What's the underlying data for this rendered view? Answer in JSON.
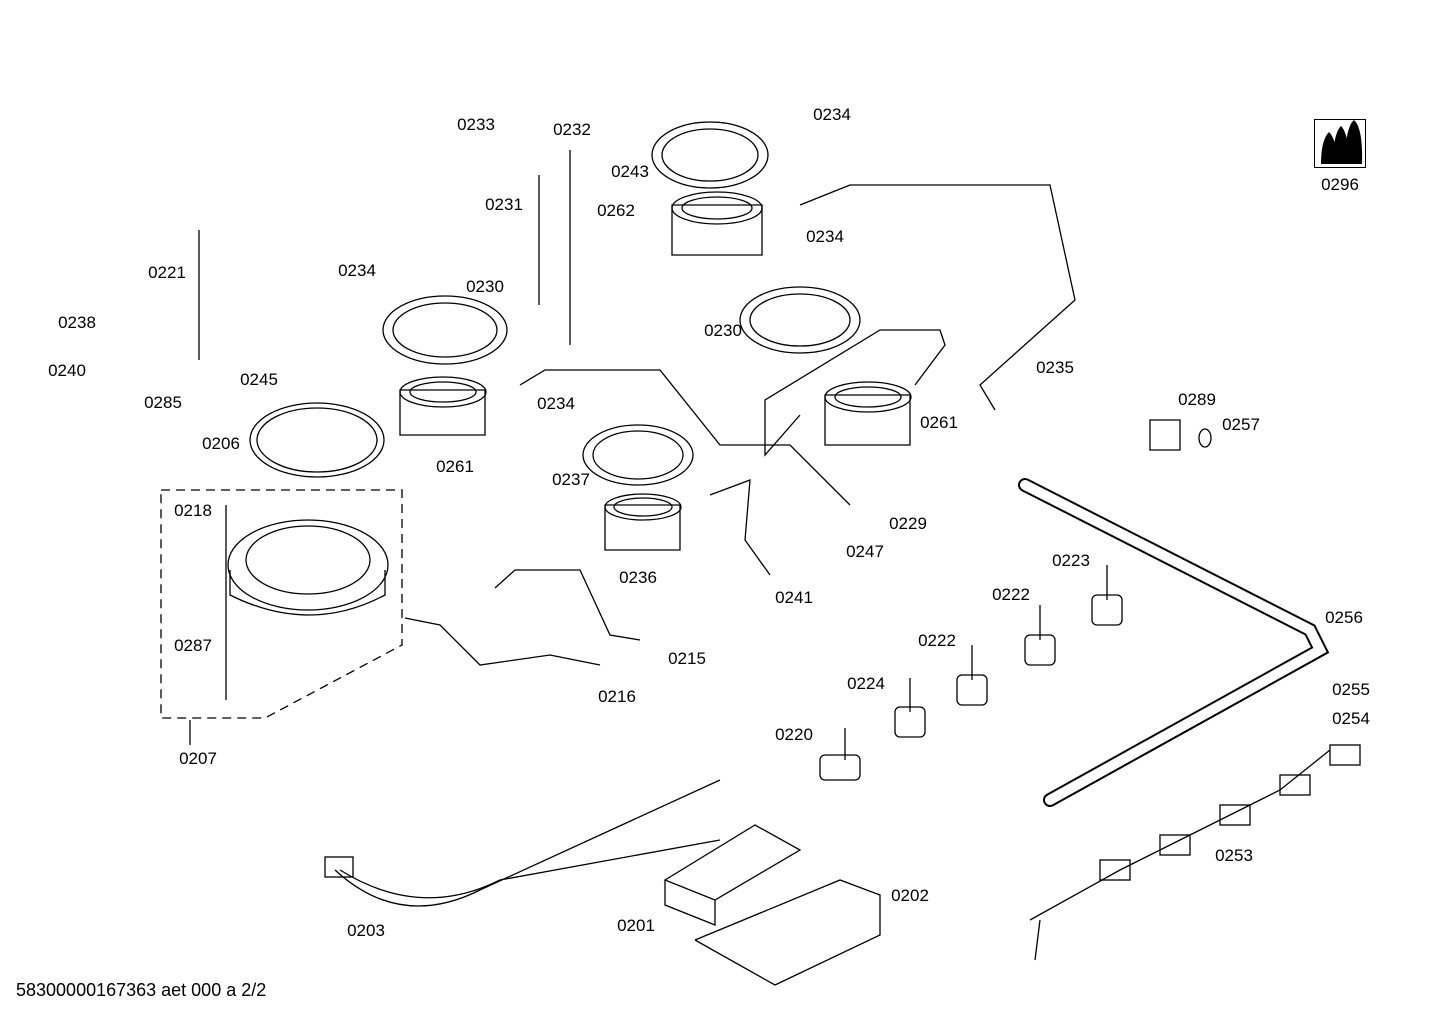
{
  "document_id": "58300000167363 aet 000 a 2/2",
  "symbol": {
    "label": "0296",
    "icon": "gas-flames-icon"
  },
  "part_labels": [
    "0233",
    "0232",
    "0234",
    "0243",
    "0231",
    "0262",
    "0234",
    "0221",
    "0234",
    "0230",
    "0238",
    "0230",
    "0240",
    "0285",
    "0245",
    "0235",
    "0289",
    "0257",
    "0261",
    "0234",
    "0206",
    "0261",
    "0237",
    "0218",
    "0229",
    "0247",
    "0223",
    "0236",
    "0241",
    "0222",
    "0256",
    "0222",
    "0287",
    "0215",
    "0224",
    "0255",
    "0216",
    "0254",
    "0220",
    "0207",
    "0253",
    "0202",
    "0201",
    "0203"
  ]
}
